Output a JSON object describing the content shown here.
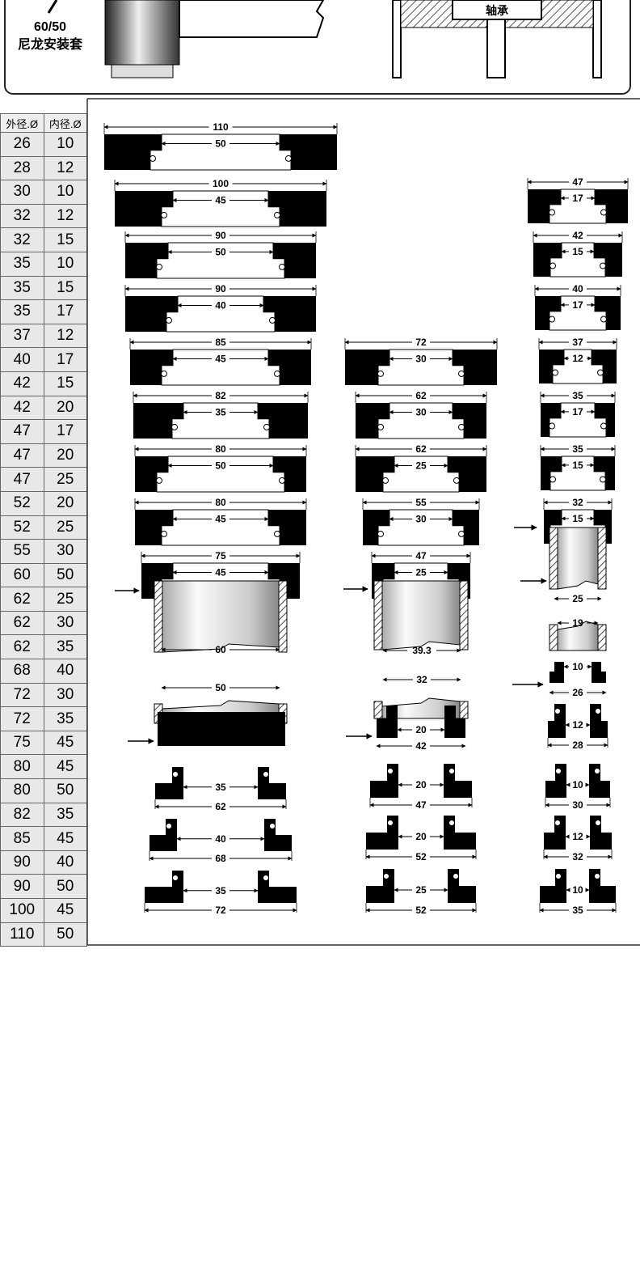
{
  "header": {
    "sleeve_size": "60/50",
    "sleeve_name": "尼龙安装套",
    "bearing_label": "轴承"
  },
  "size_table": {
    "headers": [
      "外径.Ø",
      "内径.Ø"
    ],
    "rows": [
      [
        "26",
        "10"
      ],
      [
        "28",
        "12"
      ],
      [
        "30",
        "10"
      ],
      [
        "32",
        "12"
      ],
      [
        "32",
        "15"
      ],
      [
        "35",
        "10"
      ],
      [
        "35",
        "15"
      ],
      [
        "35",
        "17"
      ],
      [
        "37",
        "12"
      ],
      [
        "40",
        "17"
      ],
      [
        "42",
        "15"
      ],
      [
        "42",
        "20"
      ],
      [
        "47",
        "17"
      ],
      [
        "47",
        "20"
      ],
      [
        "47",
        "25"
      ],
      [
        "52",
        "20"
      ],
      [
        "52",
        "25"
      ],
      [
        "55",
        "30"
      ],
      [
        "60",
        "50"
      ],
      [
        "62",
        "25"
      ],
      [
        "62",
        "30"
      ],
      [
        "62",
        "35"
      ],
      [
        "68",
        "40"
      ],
      [
        "72",
        "30"
      ],
      [
        "72",
        "35"
      ],
      [
        "75",
        "45"
      ],
      [
        "80",
        "45"
      ],
      [
        "80",
        "50"
      ],
      [
        "82",
        "35"
      ],
      [
        "85",
        "45"
      ],
      [
        "90",
        "40"
      ],
      [
        "90",
        "50"
      ],
      [
        "100",
        "45"
      ],
      [
        "110",
        "50"
      ]
    ]
  },
  "diagram": {
    "col1_seals": [
      {
        "outer": "110",
        "inner": "50"
      },
      {
        "outer": "100",
        "inner": "45"
      },
      {
        "outer": "90",
        "inner": "50"
      },
      {
        "outer": "90",
        "inner": "40"
      },
      {
        "outer": "85",
        "inner": "45"
      },
      {
        "outer": "82",
        "inner": "35"
      },
      {
        "outer": "80",
        "inner": "50"
      },
      {
        "outer": "80",
        "inner": "45"
      },
      {
        "outer": "75",
        "inner": "45"
      }
    ],
    "col1_sleeve": {
      "upper_dia": "60",
      "lower_dia": "50"
    },
    "col1_bottom": [
      {
        "inner": "35",
        "outer": "62"
      },
      {
        "inner": "40",
        "outer": "68"
      },
      {
        "inner": "35",
        "outer": "72"
      }
    ],
    "col2_seals": [
      {
        "outer": "72",
        "inner": "30"
      },
      {
        "outer": "62",
        "inner": "30"
      },
      {
        "outer": "62",
        "inner": "25"
      },
      {
        "outer": "55",
        "inner": "30"
      },
      {
        "outer": "47",
        "inner": "25"
      }
    ],
    "col2_sleeve": {
      "upper_dia": "39.3",
      "lower_dia": "32",
      "base_inner": "20",
      "base_outer": "42"
    },
    "col2_bottom": [
      {
        "inner": "20",
        "outer": "47"
      },
      {
        "inner": "20",
        "outer": "52"
      },
      {
        "inner": "25",
        "outer": "52"
      }
    ],
    "col3_seals": [
      {
        "outer": "47",
        "inner": "17"
      },
      {
        "outer": "42",
        "inner": "15"
      },
      {
        "outer": "40",
        "inner": "17"
      },
      {
        "outer": "37",
        "inner": "12"
      },
      {
        "outer": "35",
        "inner": "17"
      },
      {
        "outer": "35",
        "inner": "15"
      },
      {
        "outer": "32",
        "inner": "15"
      }
    ],
    "col3_sleeve": {
      "upper_dia": "25",
      "lower_dia": "19",
      "base_inner": "10",
      "base_outer": "26"
    },
    "col3_bottom": [
      {
        "inner": "12",
        "outer": "28"
      },
      {
        "inner": "10",
        "outer": "30"
      },
      {
        "inner": "12",
        "outer": "32"
      },
      {
        "inner": "10",
        "outer": "35"
      }
    ]
  }
}
